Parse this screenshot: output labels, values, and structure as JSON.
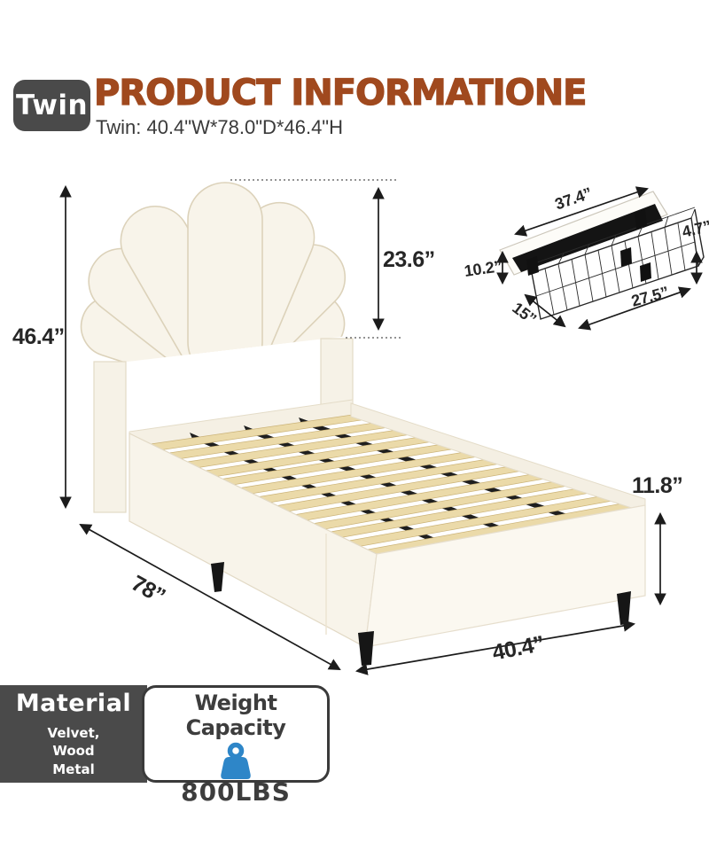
{
  "header": {
    "badge": "Twin",
    "title": "PRODUCT INFORMATIONE",
    "subtitle": "Twin: 40.4\"W*78.0\"D*46.4\"H"
  },
  "bed_dimensions": {
    "overall_height": "46.4”",
    "headboard_height": "23.6”",
    "length": "78”",
    "width": "40.4”",
    "base_height": "11.8”"
  },
  "drawer_dimensions": {
    "top_width": "37.4”",
    "basket_height": "4.7”",
    "panel_height": "10.2”",
    "side_depth": "15”",
    "basket_width": "27.5”"
  },
  "material": {
    "title": "Material",
    "lines": [
      "Velvet,",
      "Wood",
      "Metal"
    ]
  },
  "weight_capacity": {
    "title": "Weight Capacity",
    "value": "800LBS"
  },
  "colors": {
    "accent_brown": "#a0491e",
    "badge_gray": "#4a4a4a",
    "weight_icon_blue": "#2e86c8",
    "slat_tan": "#ebdaa9",
    "upholstery_cream": "#f8f4ea"
  }
}
